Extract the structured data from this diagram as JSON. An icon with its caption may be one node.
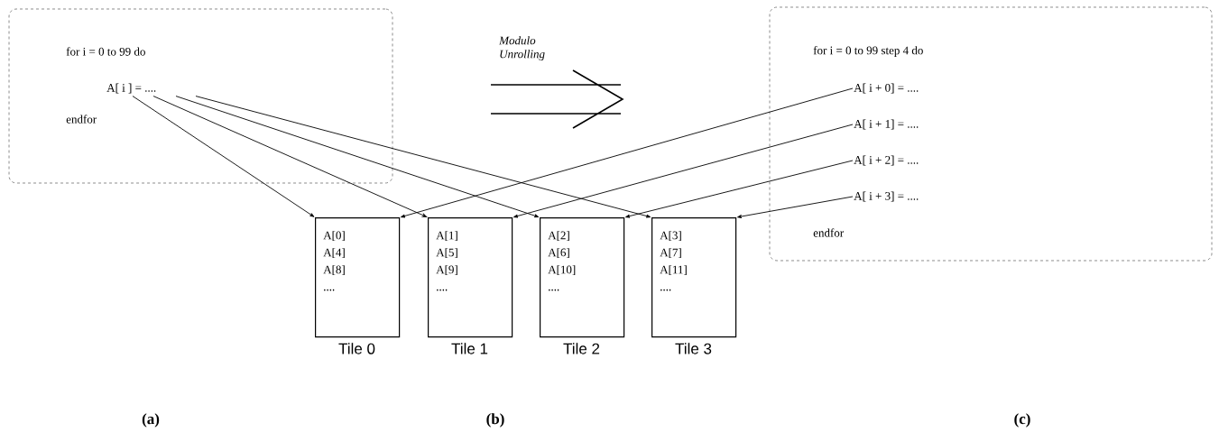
{
  "diagram": {
    "nodes": [
      {
        "text": [
          "for  i  =  0  to  99  do",
          "endfor"
        ]
      },
      {
        "text": [
          "A[ i ] = ...."
        ],
        "in": 0
      },
      {
        "text": [
          "for  i  =  0  to  99  step  4  do",
          "endfor"
        ]
      },
      {
        "text": [
          "A[ i + 0] = ...."
        ],
        "in": 2
      },
      {
        "text": [
          "A[ i + 1] = ...."
        ],
        "in": 2
      },
      {
        "text": [
          "A[ i + 2] = ...."
        ],
        "in": 2
      },
      {
        "text": [
          "A[ i + 3] = ...."
        ],
        "in": 2
      },
      {
        "text": [
          "A[0]",
          "A[4]",
          "A[8]",
          "...."
        ],
        "beside": [
          "Tile 0"
        ]
      },
      {
        "text": [
          "A[1]",
          "A[5]",
          "A[9]",
          "...."
        ],
        "beside": [
          "Tile 1"
        ]
      },
      {
        "text": [
          "A[2]",
          "A[6]",
          "A[10]",
          "...."
        ],
        "beside": [
          "Tile 2"
        ]
      },
      {
        "text": [
          "A[3]",
          "A[7]",
          "A[11]",
          "...."
        ],
        "beside": [
          "Tile 3"
        ]
      }
    ],
    "edges": [
      {
        "from": 1,
        "to": 7,
        "arrow": "to"
      },
      {
        "from": 1,
        "to": 8,
        "arrow": "to"
      },
      {
        "from": 1,
        "to": 9,
        "arrow": "to"
      },
      {
        "from": 1,
        "to": 10,
        "arrow": "to"
      },
      {
        "from": 3,
        "to": 7,
        "arrow": "to"
      },
      {
        "from": 4,
        "to": 8,
        "arrow": "to"
      },
      {
        "from": 5,
        "to": 9,
        "arrow": "to"
      },
      {
        "from": 6,
        "to": 10,
        "arrow": "to"
      }
    ],
    "labels": [
      "Modulo Unrolling",
      "(a)",
      "(b)",
      "(c)"
    ]
  }
}
